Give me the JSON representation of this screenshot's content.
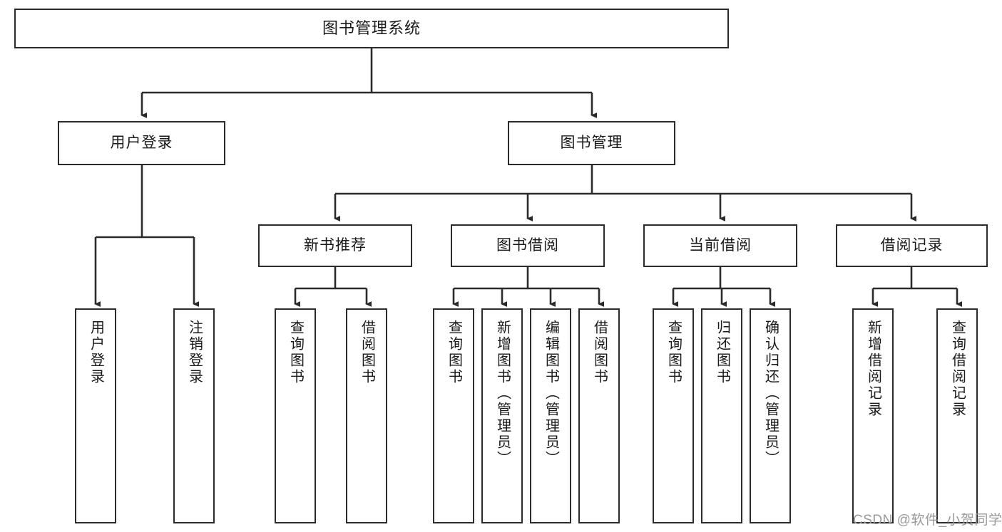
{
  "diagram": {
    "title": "图书管理系统",
    "watermark": "CSDN @软件_小贺同学",
    "colors": {
      "box_border": "#2b2b2b",
      "box_fill": "#ffffff",
      "connector": "#2b2b2b",
      "text": "#1a1a1a",
      "watermark": "#9a9a9a"
    },
    "root": {
      "label": "图书管理系统"
    },
    "branches": [
      {
        "label": "用户登录"
      },
      {
        "label": "图书管理"
      }
    ],
    "categories": [
      {
        "label": "新书推荐"
      },
      {
        "label": "图书借阅"
      },
      {
        "label": "当前借阅"
      },
      {
        "label": "借阅记录"
      }
    ],
    "leaves": {
      "user_login": [
        {
          "label": "用户登录"
        },
        {
          "label": "注销登录"
        }
      ],
      "new_book": [
        {
          "label": "查询图书"
        },
        {
          "label": "借阅图书"
        }
      ],
      "book_borrow": [
        {
          "label": "查询图书"
        },
        {
          "label": "新增图书（管理员）"
        },
        {
          "label": "编辑图书（管理员）"
        },
        {
          "label": "借阅图书"
        }
      ],
      "current_borrow": [
        {
          "label": "查询图书"
        },
        {
          "label": "归还图书"
        },
        {
          "label": "确认归还（管理员）"
        }
      ],
      "borrow_record": [
        {
          "label": "新增借阅记录"
        },
        {
          "label": "查询借阅记录"
        }
      ]
    }
  }
}
